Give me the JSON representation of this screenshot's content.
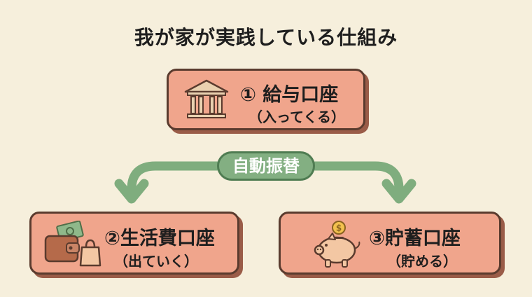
{
  "title": "我が家が実践している仕組み",
  "salary_account": {
    "label": "① 給与口座",
    "sub": "（入ってくる）",
    "icon": "bank-icon"
  },
  "transfer": {
    "label": "自動振替"
  },
  "living_account": {
    "label": "②生活費口座",
    "sub": "（出ていく）",
    "icon": "wallet-shopping-bag-icon"
  },
  "savings_account": {
    "label": "③貯蓄口座",
    "sub": "（貯める）",
    "icon": "piggy-bank-icon"
  },
  "colors": {
    "background": "#f6efdc",
    "box_fill": "#f0a58c",
    "box_border": "#5a3b2e",
    "arrow_green": "#7fad7e",
    "pill_fill": "#83af82"
  }
}
